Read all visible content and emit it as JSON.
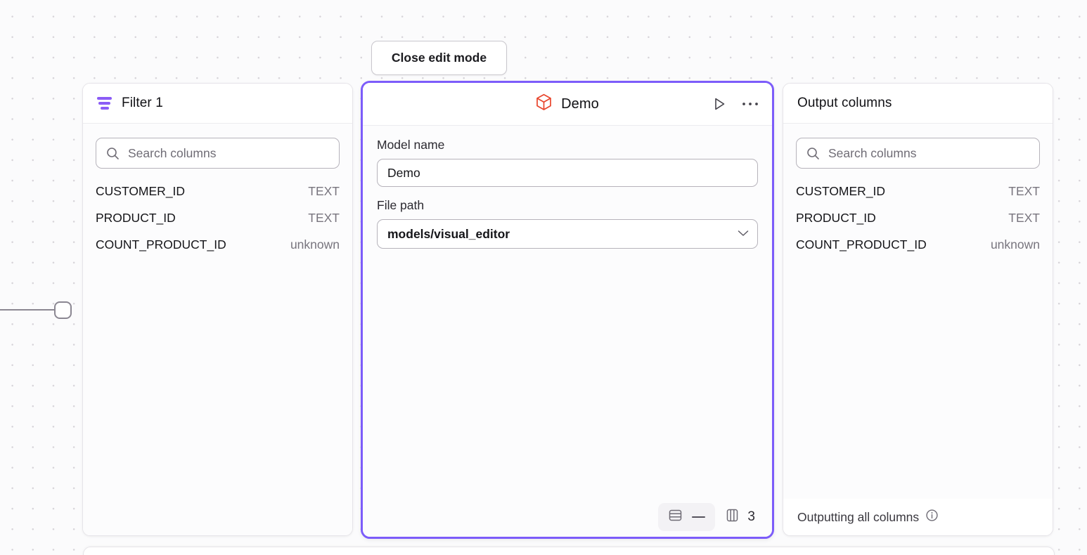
{
  "toolbar": {
    "close_edit_mode_label": "Close edit mode"
  },
  "filter_panel": {
    "title": "Filter 1",
    "icon": "filter-icon",
    "search": {
      "placeholder": "Search columns",
      "value": "",
      "icon": "search-icon"
    },
    "columns": [
      {
        "name": "CUSTOMER_ID",
        "type": "TEXT"
      },
      {
        "name": "PRODUCT_ID",
        "type": "TEXT"
      },
      {
        "name": "COUNT_PRODUCT_ID",
        "type": "unknown"
      }
    ]
  },
  "demo_panel": {
    "title": "Demo",
    "icon": "cube-icon",
    "run_icon": "play-icon",
    "menu_icon": "ellipsis-icon",
    "fields": {
      "model_name_label": "Model name",
      "model_name_value": "Demo",
      "file_path_label": "File path",
      "file_path_value": "models/visual_editor",
      "chevron_icon": "chevron-down-icon"
    },
    "footer": {
      "rows_icon": "rows-icon",
      "rows_value": "—",
      "columns_icon": "columns-icon",
      "columns_count": "3"
    },
    "selected": true,
    "accent_color": "#7c5cfa"
  },
  "output_panel": {
    "title": "Output columns",
    "search": {
      "placeholder": "Search columns",
      "value": "",
      "icon": "search-icon"
    },
    "columns": [
      {
        "name": "CUSTOMER_ID",
        "type": "TEXT"
      },
      {
        "name": "PRODUCT_ID",
        "type": "TEXT"
      },
      {
        "name": "COUNT_PRODUCT_ID",
        "type": "unknown"
      }
    ],
    "footer_text": "Outputting all columns",
    "footer_icon": "info-icon"
  },
  "colors": {
    "accent_purple": "#7c5cfa",
    "filter_purple": "#8b5cf6",
    "cube_red": "#e8452c",
    "canvas_bg": "#fbfbfc",
    "panel_bg": "#ffffff",
    "muted_text": "#78757e"
  }
}
